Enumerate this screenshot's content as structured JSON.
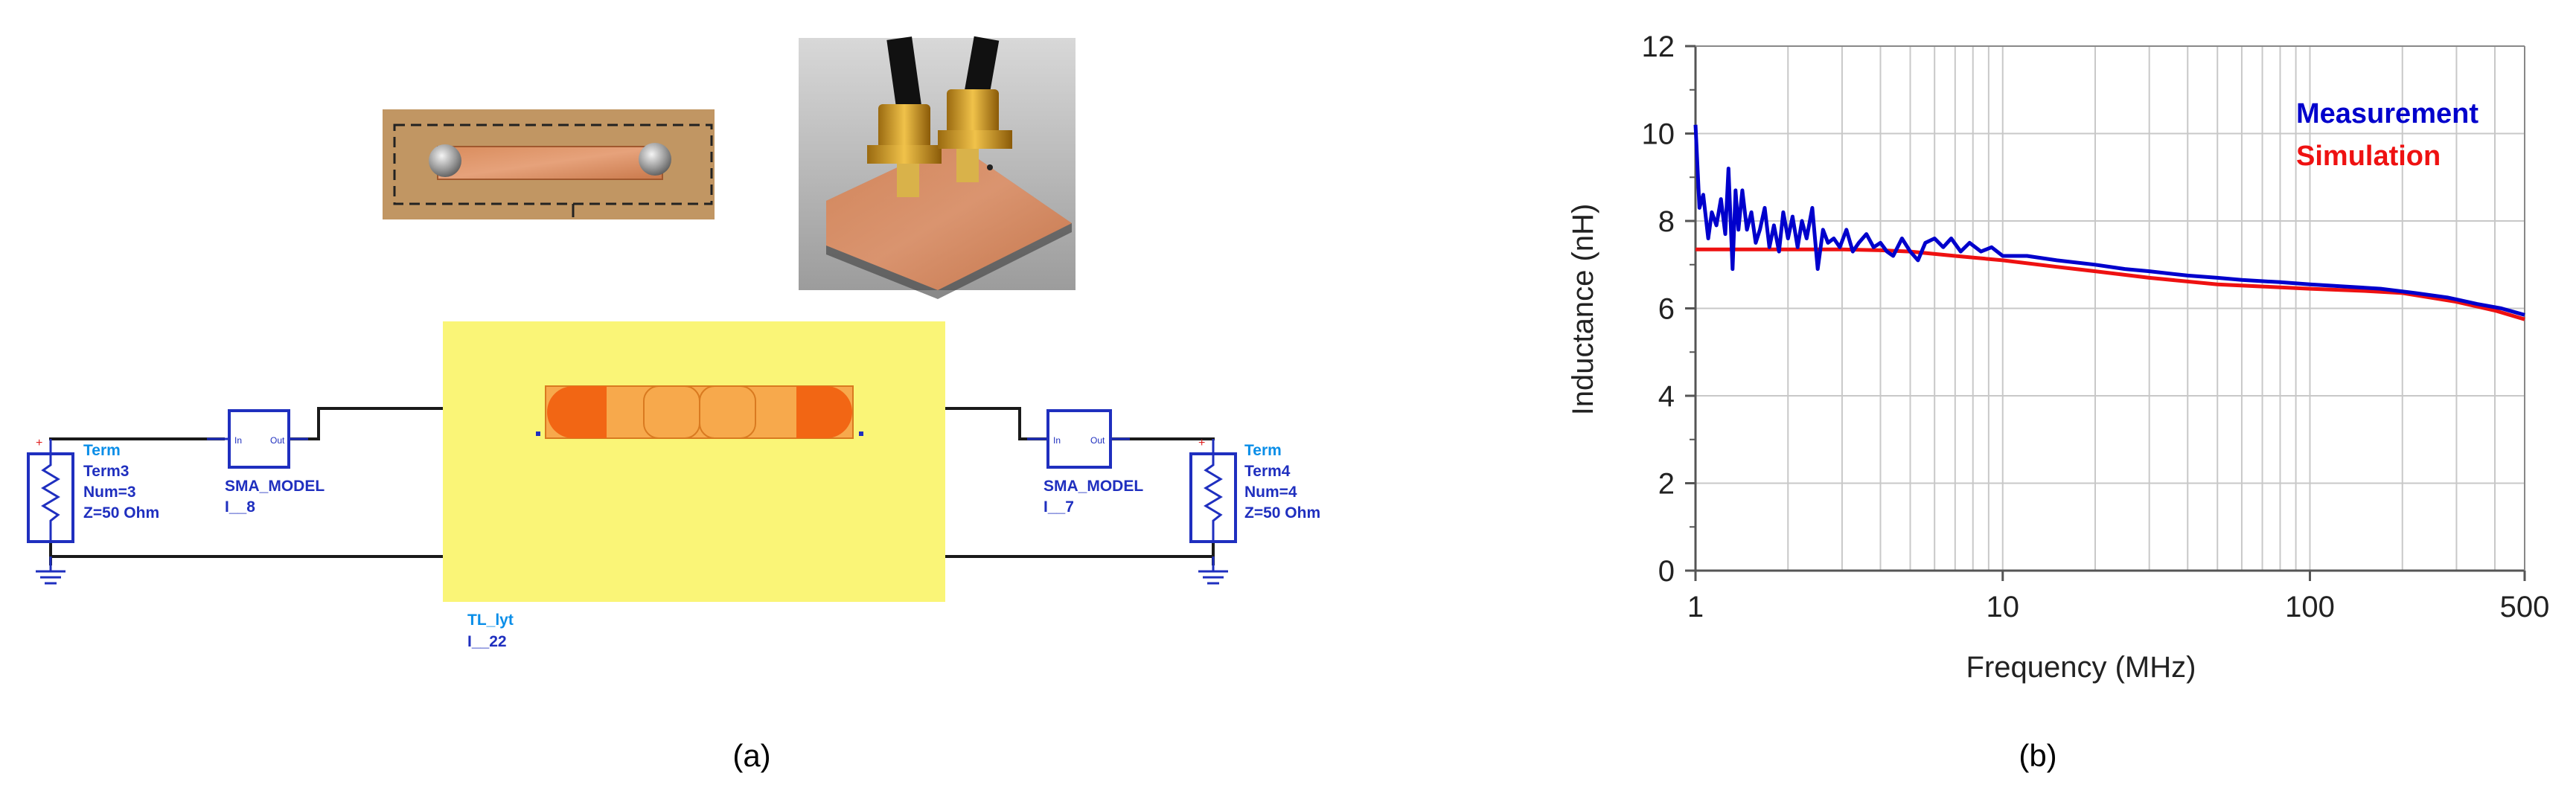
{
  "figure": {
    "panel_a_caption": "(a)",
    "panel_b_caption": "(b)"
  },
  "schematic": {
    "left_term": {
      "title": "Term",
      "name": "Term3",
      "num": "Num=3",
      "z": "Z=50 Ohm"
    },
    "right_term": {
      "title": "Term",
      "name": "Term4",
      "num": "Num=4",
      "z": "Z=50 Ohm"
    },
    "left_sma": {
      "name": "SMA_MODEL",
      "instance": "I__8"
    },
    "right_sma": {
      "name": "SMA_MODEL",
      "instance": "I__7"
    },
    "layout": {
      "name": "TL_lyt",
      "instance": "I__22"
    },
    "sma_port_in": "In",
    "sma_port_out": "Out",
    "colors": {
      "wire": "#1a1a1a",
      "component": "#1f2fbf",
      "label": "#0a8ee8",
      "layout_bg": "#faf577",
      "trace_light": "#f7a94c",
      "trace_dark": "#f26614"
    }
  },
  "photos": {
    "left": {
      "description_icon": "pcb-photo-icon"
    },
    "right": {
      "description_icon": "pcb-connector-photo-icon"
    }
  },
  "chart_data": {
    "type": "line",
    "title": "",
    "xlabel": "Frequency (MHz)",
    "ylabel": "Inductance (nH)",
    "xscale": "log",
    "xlim": [
      1,
      500
    ],
    "ylim": [
      0,
      12
    ],
    "x_ticks": [
      1,
      10,
      100,
      500
    ],
    "x_tick_labels": [
      "1",
      "10",
      "100",
      "500"
    ],
    "y_ticks": [
      0,
      2,
      4,
      6,
      8,
      10,
      12
    ],
    "y_tick_labels": [
      "0",
      "2",
      "4",
      "6",
      "8",
      "10",
      "12"
    ],
    "grid": true,
    "legend_position": "top-right",
    "series": [
      {
        "name": "Measurement",
        "color": "#0000cc",
        "x": [
          1.0,
          1.03,
          1.06,
          1.1,
          1.13,
          1.17,
          1.21,
          1.25,
          1.28,
          1.32,
          1.35,
          1.38,
          1.42,
          1.47,
          1.52,
          1.57,
          1.62,
          1.68,
          1.74,
          1.8,
          1.87,
          1.93,
          2.0,
          2.07,
          2.15,
          2.22,
          2.3,
          2.4,
          2.5,
          2.6,
          2.7,
          2.82,
          2.95,
          3.1,
          3.25,
          3.4,
          3.6,
          3.8,
          4.0,
          4.2,
          4.4,
          4.7,
          5.0,
          5.3,
          5.6,
          6.0,
          6.4,
          6.8,
          7.3,
          7.8,
          8.5,
          9.2,
          10,
          12,
          15,
          20,
          25,
          30,
          40,
          50,
          60,
          80,
          100,
          130,
          170,
          220,
          280,
          350,
          420,
          500
        ],
        "y": [
          10.2,
          8.3,
          8.6,
          7.6,
          8.2,
          7.9,
          8.5,
          7.7,
          9.2,
          6.9,
          8.7,
          7.8,
          8.7,
          7.8,
          8.2,
          7.5,
          7.8,
          8.3,
          7.4,
          7.9,
          7.3,
          8.2,
          7.6,
          8.1,
          7.4,
          8.0,
          7.6,
          8.3,
          6.9,
          7.8,
          7.5,
          7.6,
          7.4,
          7.8,
          7.3,
          7.5,
          7.7,
          7.4,
          7.5,
          7.3,
          7.2,
          7.6,
          7.3,
          7.1,
          7.5,
          7.6,
          7.4,
          7.6,
          7.3,
          7.5,
          7.3,
          7.4,
          7.2,
          7.2,
          7.1,
          7.0,
          6.9,
          6.85,
          6.75,
          6.7,
          6.65,
          6.6,
          6.55,
          6.5,
          6.45,
          6.35,
          6.25,
          6.1,
          6.0,
          5.85
        ]
      },
      {
        "name": "Simulation",
        "color": "#ee1111",
        "x": [
          1,
          2,
          3,
          4,
          5,
          7,
          10,
          15,
          20,
          30,
          50,
          70,
          100,
          150,
          200,
          300,
          400,
          500
        ],
        "y": [
          7.35,
          7.35,
          7.35,
          7.33,
          7.3,
          7.2,
          7.1,
          6.95,
          6.85,
          6.7,
          6.55,
          6.5,
          6.45,
          6.4,
          6.35,
          6.15,
          5.95,
          5.75
        ]
      }
    ]
  }
}
